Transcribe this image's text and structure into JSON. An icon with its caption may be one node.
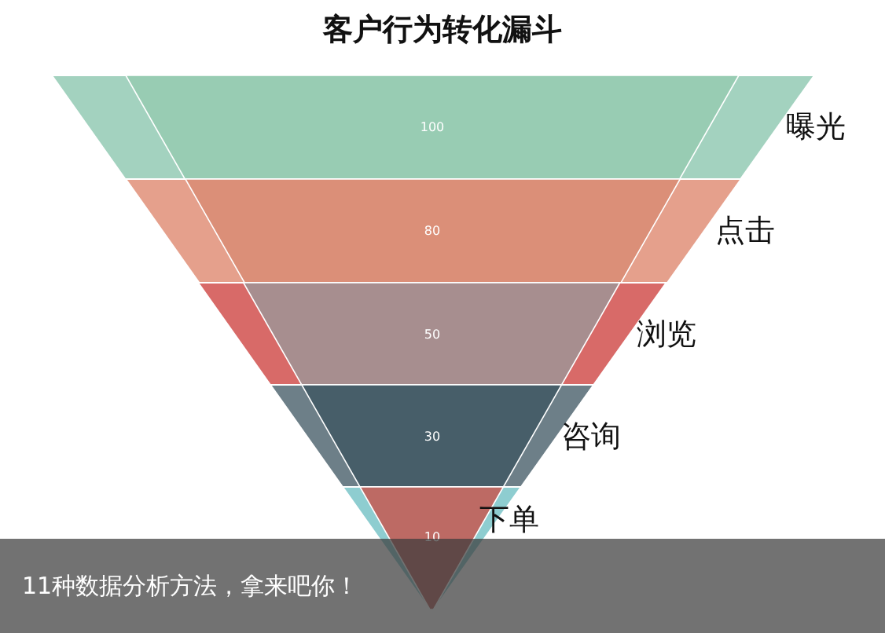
{
  "diagram": {
    "title": "客户行为转化漏斗",
    "caption": "11种数据分析方法，拿来吧你！",
    "nodes": [
      {
        "text": [
          "100"
        ],
        "beside": [
          "曝光"
        ]
      },
      {
        "text": [
          "80"
        ],
        "beside": [
          "点击"
        ]
      },
      {
        "text": [
          "50"
        ],
        "beside": [
          "浏览"
        ]
      },
      {
        "text": [
          "30"
        ],
        "beside": [
          "咨询"
        ]
      },
      {
        "text": [
          "10"
        ],
        "beside": [
          "下单"
        ]
      }
    ]
  }
}
